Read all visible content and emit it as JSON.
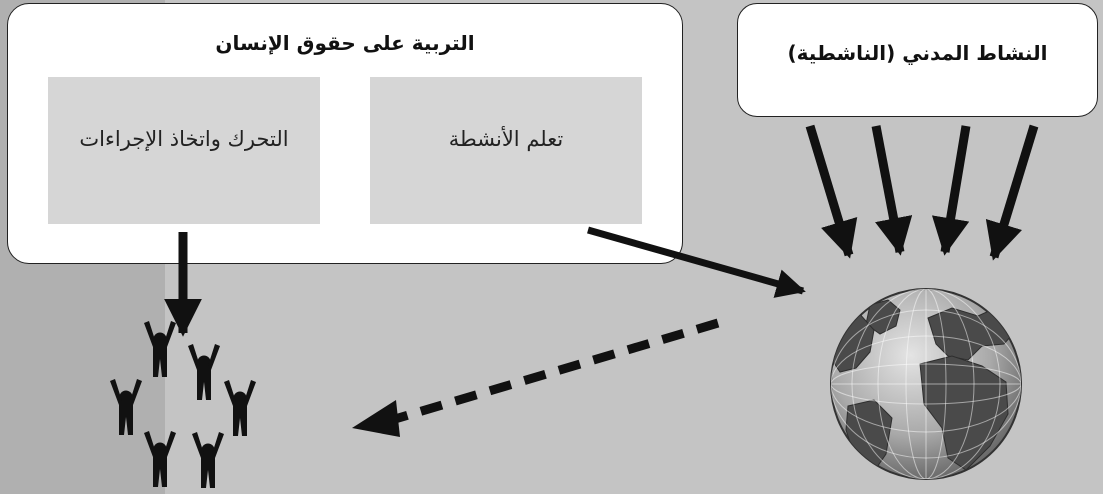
{
  "diagram": {
    "education_box": {
      "title": "التربية على حقوق الإنسان"
    },
    "learning_panel": {
      "label": "تعلم الأنشطة"
    },
    "action_panel": {
      "label": "التحرك واتخاذ الإجراءات"
    },
    "activism_box": {
      "title": "النشاط المدني (الناشطية)"
    },
    "icons": {
      "globe": "globe-icon",
      "community": "people-circle-icon"
    },
    "colors": {
      "arrow": "#111111",
      "box": "#ffffff",
      "panel": "#d6d6d6",
      "background": "#c4c4c4"
    }
  }
}
